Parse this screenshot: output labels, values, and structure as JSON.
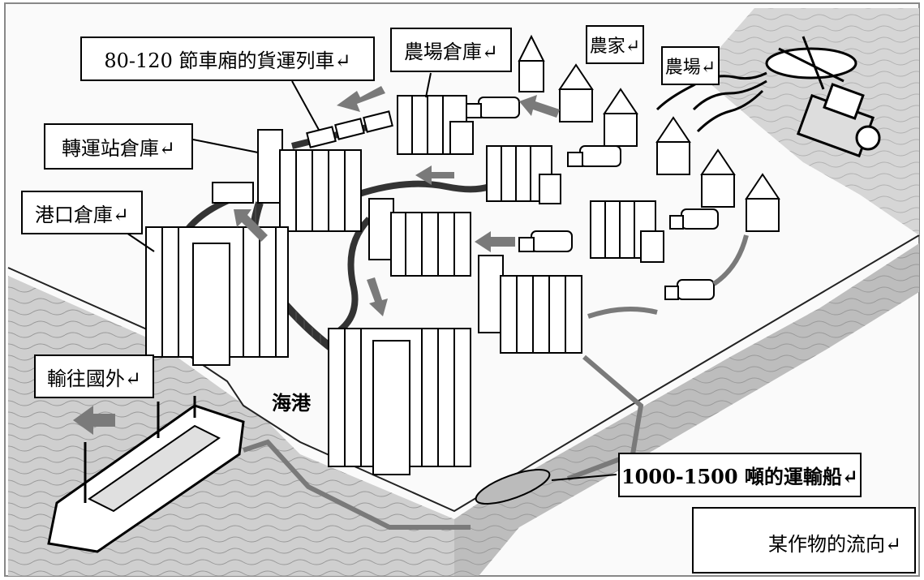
{
  "labels": {
    "freight_train": "80-120 節車廂的貨運列車↵",
    "farm_warehouse": "農場倉庫↵",
    "farmer": "農家↵",
    "farm": "農場↵",
    "transfer_warehouse": "轉運站倉庫↵",
    "port_warehouse": "港口倉庫↵",
    "export": "輸往國外↵",
    "seaport": "海港",
    "barge": "1000-1500 噸的運輸船↵"
  },
  "legend": {
    "text": "某作物的流向↵"
  },
  "colors": {
    "flow_arrow": "#7a7a7a",
    "sea": "#c9c9c9",
    "line": "#000000"
  }
}
